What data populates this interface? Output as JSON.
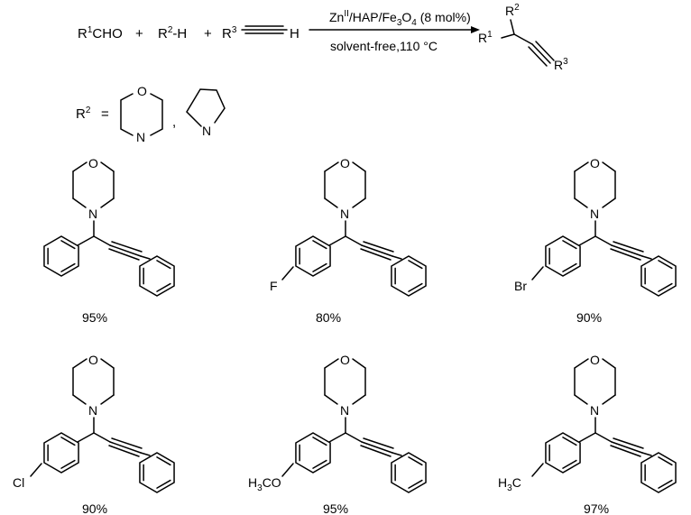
{
  "reaction": {
    "reagent1": {
      "prefix": "R",
      "sup": "1",
      "suffix": "CHO"
    },
    "plus": "+",
    "reagent2": {
      "prefix": "R",
      "sup": "2",
      "suffix": "-H"
    },
    "reagent3": {
      "prefix": "R",
      "sup": "3"
    },
    "alkyne_h": "H",
    "conditions_top": {
      "a": "Zn",
      "a_sup": "II",
      "b": "/HAP/Fe",
      "b_sub": "3",
      "c": "O",
      "c_sub": "4",
      "d": " (8 mol%)"
    },
    "conditions_bottom": "solvent-free,110 °C",
    "product": {
      "r1": "R",
      "r1_sup": "1",
      "r2": "R",
      "r2_sup": "2",
      "r3": "R",
      "r3_sup": "3"
    }
  },
  "r2_definition": {
    "prefix": "R",
    "sup": "2",
    "equals": "=",
    "comma": ",",
    "amine1_o": "O",
    "amine1_n": "N",
    "amine2_n": "N"
  },
  "products": [
    {
      "yield": "95%",
      "aryl_sub": ""
    },
    {
      "yield": "80%",
      "aryl_sub": "F"
    },
    {
      "yield": "90%",
      "aryl_sub": "Br"
    },
    {
      "yield": "90%",
      "aryl_sub": "Cl"
    },
    {
      "yield": "95%",
      "aryl_sub": "H3CO"
    },
    {
      "yield": "97%",
      "aryl_sub": "H3C"
    }
  ],
  "atom_labels": {
    "oxygen": "O",
    "nitrogen": "N"
  }
}
